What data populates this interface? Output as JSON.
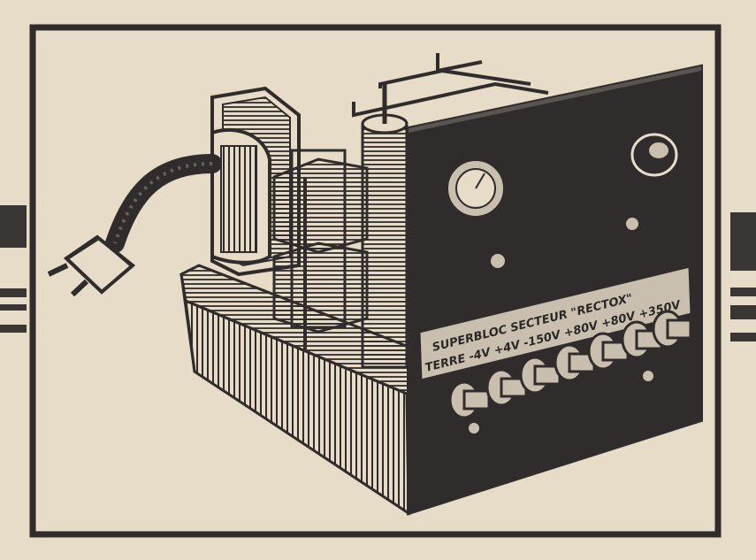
{
  "illustration": {
    "subject": "power-supply-unit",
    "panel_label": {
      "line1": "SUPERBLOC SECTEUR \"RECTOX\"",
      "line2": "TERRE -4V +4V -150V +80V +80V +350V"
    }
  },
  "colors": {
    "paper": "#e6dcc8",
    "ink": "#2f2c2b",
    "ink_light": "#5a5550"
  },
  "icons": [
    "plug-icon",
    "meter-icon",
    "knob-icon",
    "terminal-icon"
  ]
}
